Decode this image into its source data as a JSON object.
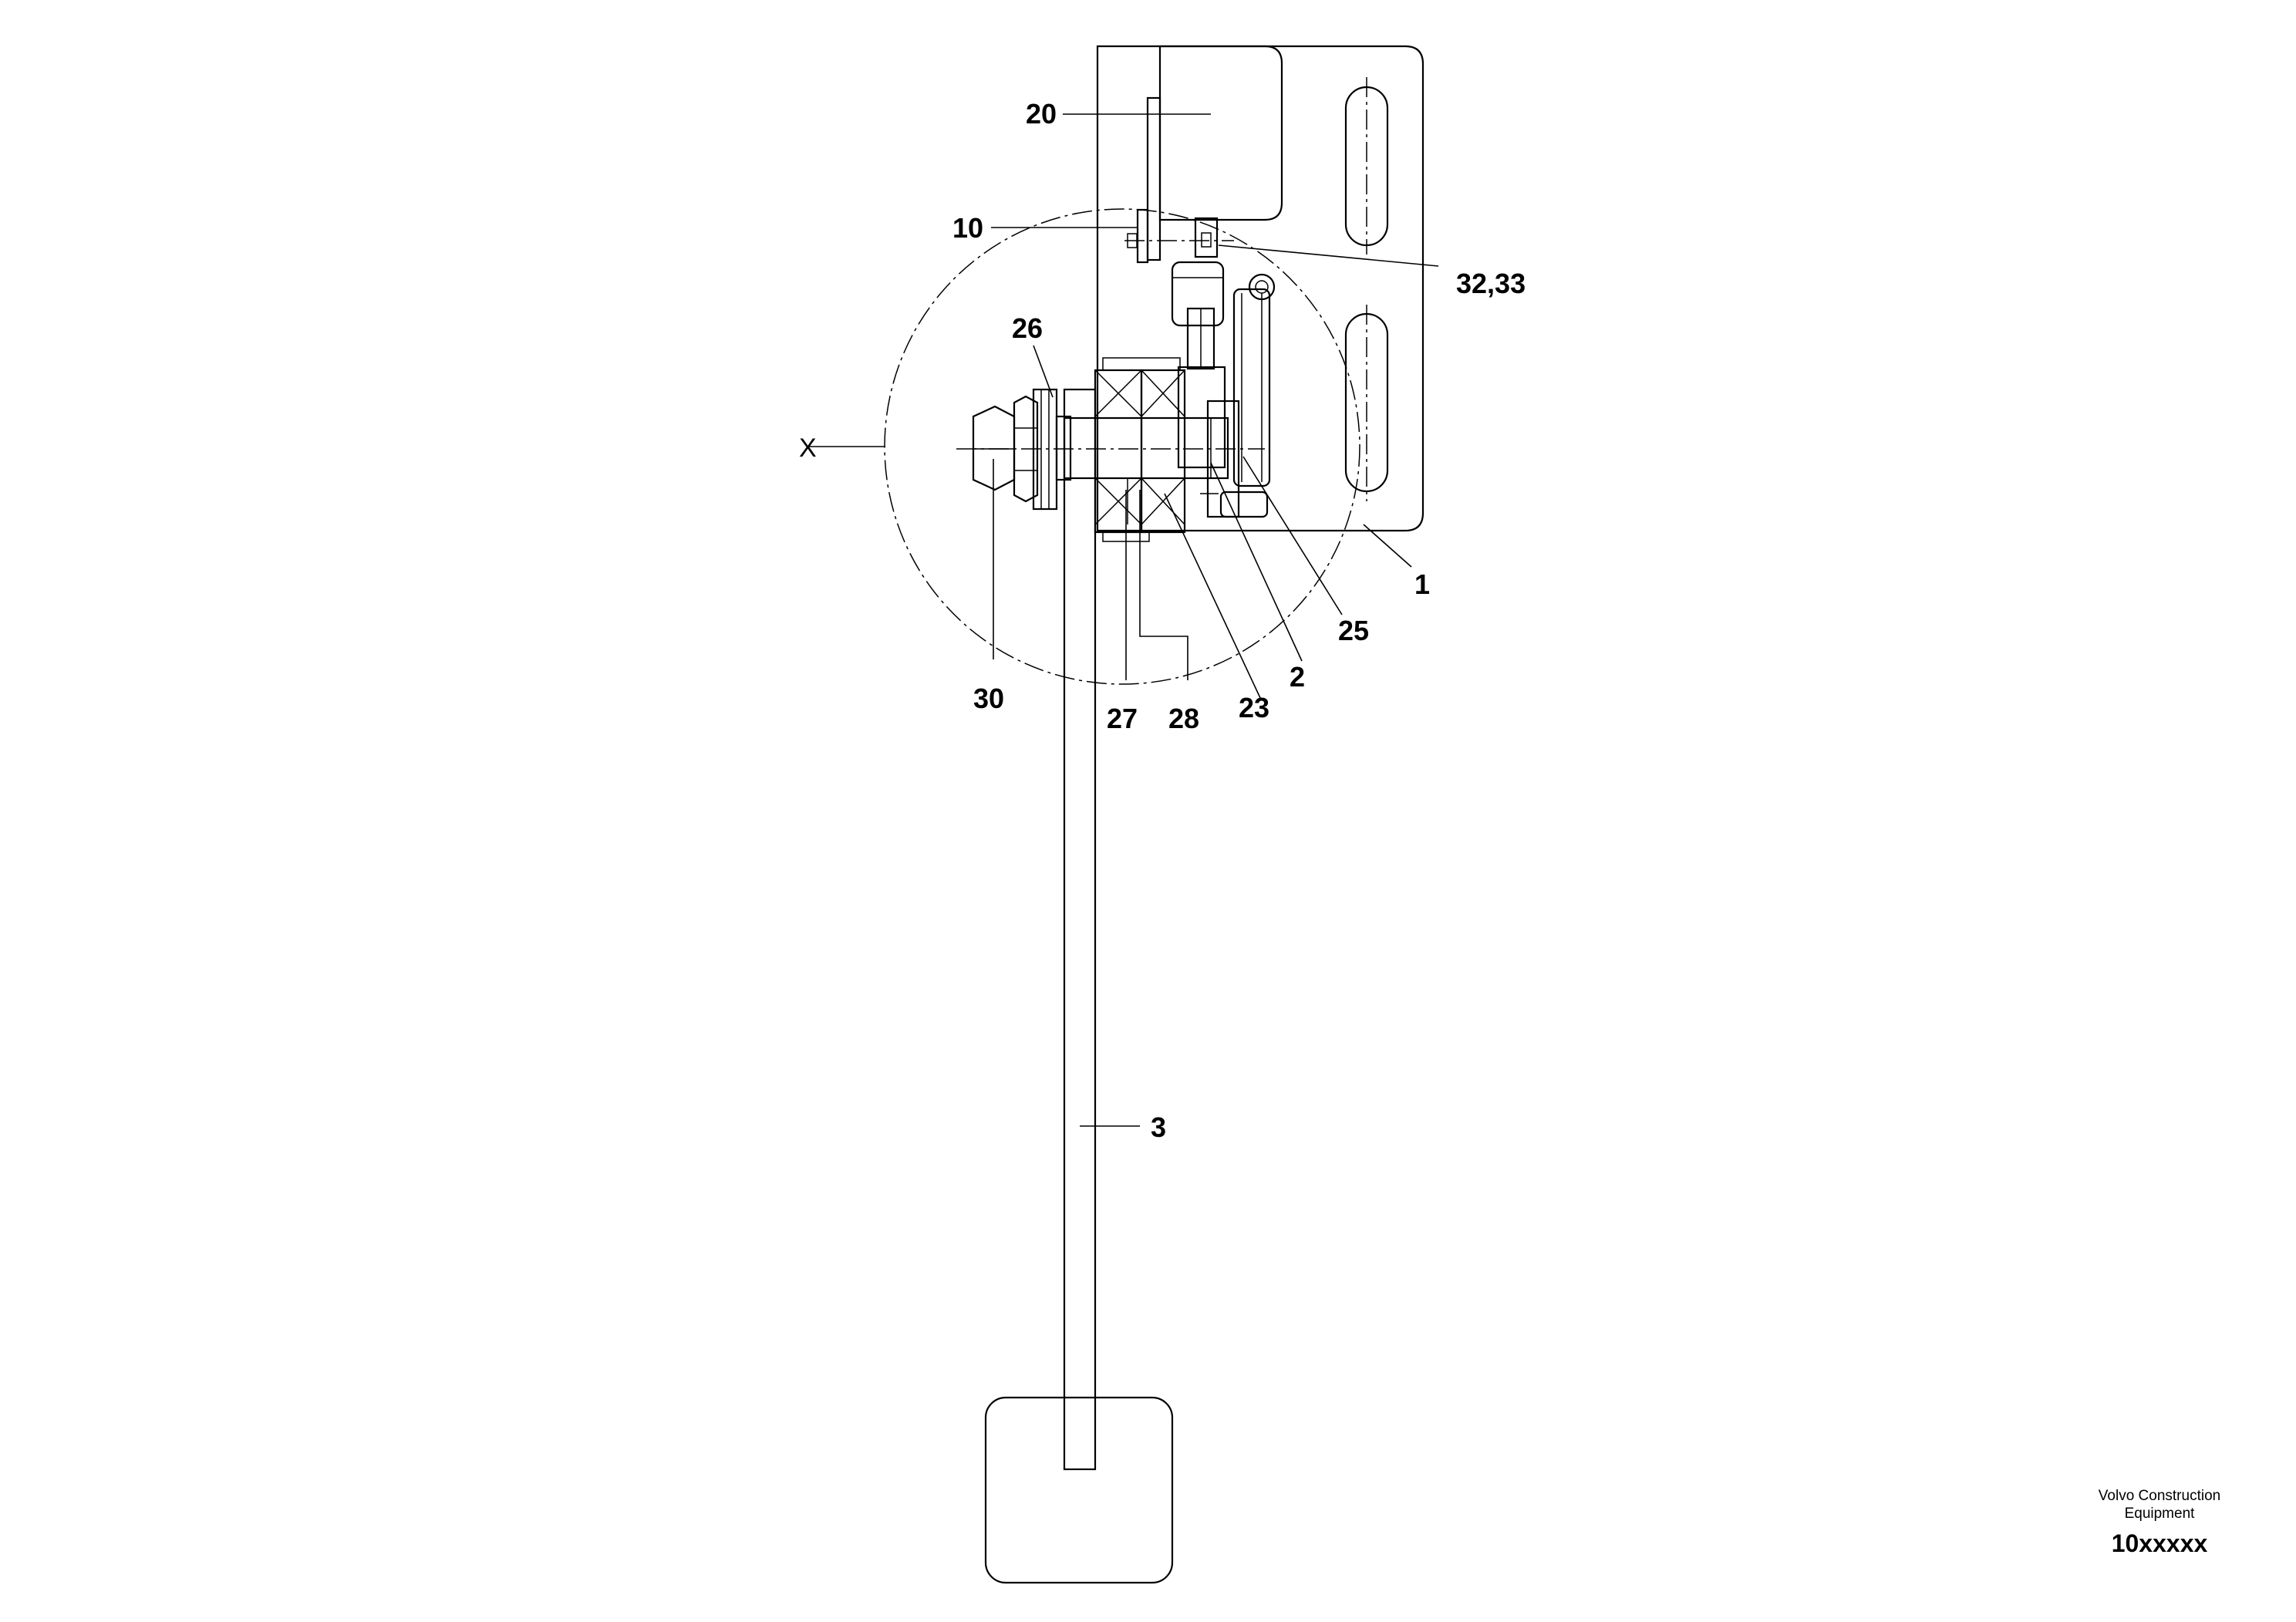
{
  "callouts": {
    "c1": "1",
    "c2": "2",
    "c3": "3",
    "c10": "10",
    "c20": "20",
    "c23": "23",
    "c25": "25",
    "c26": "26",
    "c27": "27",
    "c28": "28",
    "c30": "30",
    "c32_33": "32,33"
  },
  "section_mark": "X",
  "footer": {
    "company_line1": "Volvo Construction",
    "company_line2": "Equipment",
    "drawing_code": "10xxxxx"
  }
}
